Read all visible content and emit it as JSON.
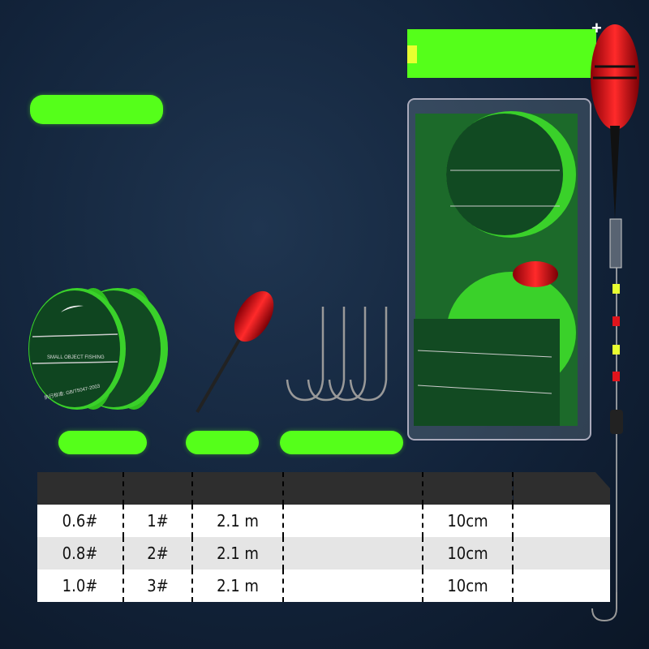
{
  "banner": {
    "plus_symbol": "+"
  },
  "spool_text": {
    "brand": "SMALL OBJECT FISHING",
    "standard": "执行标准: GB/T5047-2003"
  },
  "table": {
    "header": [
      "",
      "",
      "",
      "",
      "",
      ""
    ],
    "rows": [
      [
        "0.6#",
        "1#",
        "2.1 m",
        "",
        "10cm",
        ""
      ],
      [
        "0.8#",
        "2#",
        "2.1 m",
        "",
        "10cm",
        ""
      ],
      [
        "1.0#",
        "3#",
        "2.1 m",
        "",
        "10cm",
        ""
      ]
    ]
  },
  "colors": {
    "accent_green": "#55ff1a",
    "float_red": "#e0141c",
    "background": "#12233a"
  }
}
